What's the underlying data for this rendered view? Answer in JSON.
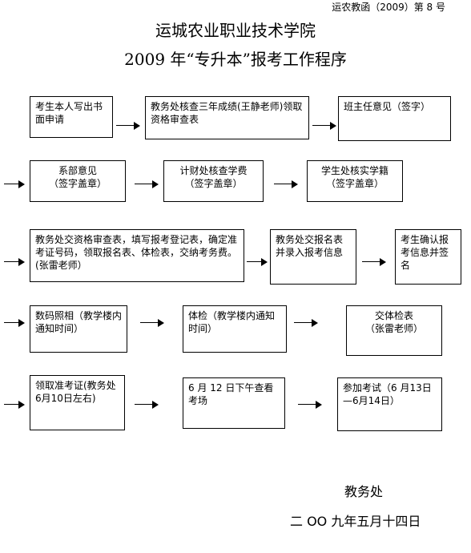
{
  "header": {
    "doc_number": "运农教函（2009）第 8 号",
    "title_line1": "运城农业职业技术学院",
    "title_line2": "2009 年“专升本”报考工作程序"
  },
  "steps": {
    "s1": "考生本人写出书面申请",
    "s2": "教务处核查三年成绩(王静老师)领取资格审查表",
    "s3": "班主任意见（签字）",
    "s4": "系部意见\n（签字盖章）",
    "s5": "计财处核查学费\n（签字盖章）",
    "s6": "学生处核实学籍\n（签字盖章）",
    "s7": "教务处交资格审查表，填写报考登记表，确定准考证号码，领取报名表、体检表，交纳考务费。(张雷老师）",
    "s8": "教务处交报名表并录入报考信息",
    "s9": "考生确认报考信息并签名",
    "s10": "数码照相（教学楼内通知时间）",
    "s11": "体检（教学楼内通知时间）",
    "s12": "交体检表\n（张雷老师）",
    "s13": "领取准考证(教务处6月10日左右)",
    "s14": "6 月 12 日下午查看考场",
    "s15": "参加考试（6 月13日—6月14日）"
  },
  "footer": {
    "department": "教务处",
    "date": "二 OO 九年五月十四日"
  }
}
